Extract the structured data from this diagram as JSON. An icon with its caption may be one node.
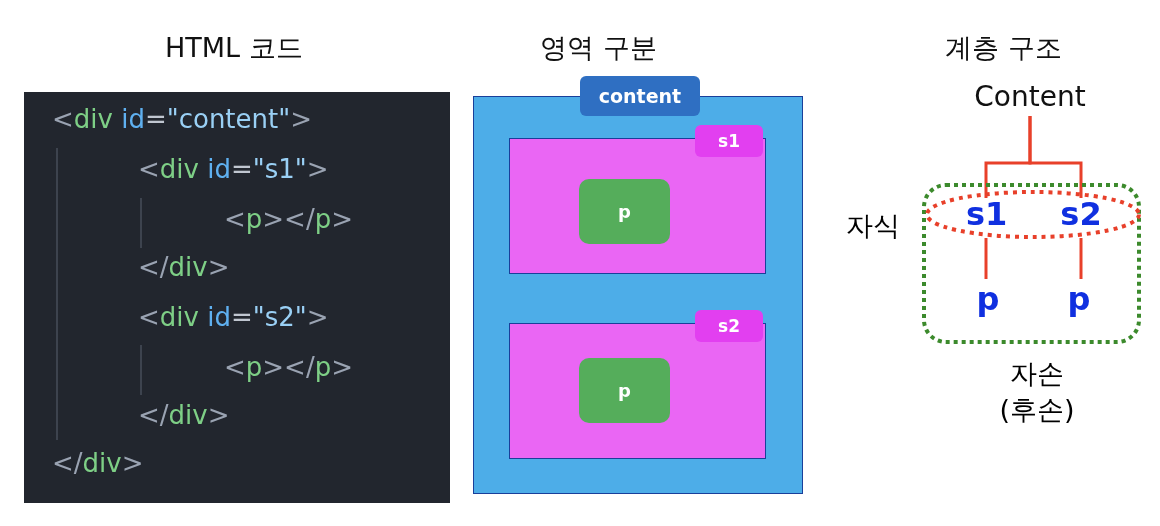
{
  "diagram": {
    "nodes": [
      {
        "text": [
          "content"
        ]
      },
      {
        "text": [
          "s1"
        ],
        "in": 0
      },
      {
        "text": [
          "p"
        ],
        "in": 1
      },
      {
        "text": [
          "s2"
        ],
        "in": 0
      },
      {
        "text": [
          "p"
        ],
        "in": 3
      },
      {
        "text": [
          "Content"
        ]
      },
      {
        "text": [],
        "shape": "box",
        "beside": [
          "자손 (후손)"
        ]
      },
      {
        "text": [],
        "shape": "ellipse",
        "beside": [
          "자식"
        ],
        "in": 6
      },
      {
        "text": [
          "s1"
        ],
        "in": 7
      },
      {
        "text": [
          "s2"
        ],
        "in": 7
      },
      {
        "text": [
          "p"
        ],
        "in": 6
      },
      {
        "text": [
          "p"
        ],
        "in": 6
      }
    ],
    "edges": [
      {
        "from": 5,
        "to": 8,
        "arrow": "none"
      },
      {
        "from": 5,
        "to": 9,
        "arrow": "none"
      },
      {
        "from": 8,
        "to": 10,
        "arrow": "none"
      },
      {
        "from": 9,
        "to": 11,
        "arrow": "none"
      }
    ],
    "labels": [
      "HTML 코드",
      "영역 구분",
      "계층 구조",
      "<div id=\"content\">",
      "<div id=\"s1\">",
      "<p></p>",
      "</div>",
      "<div id=\"s2\">",
      "<p></p>",
      "</div>",
      "</div>"
    ]
  }
}
